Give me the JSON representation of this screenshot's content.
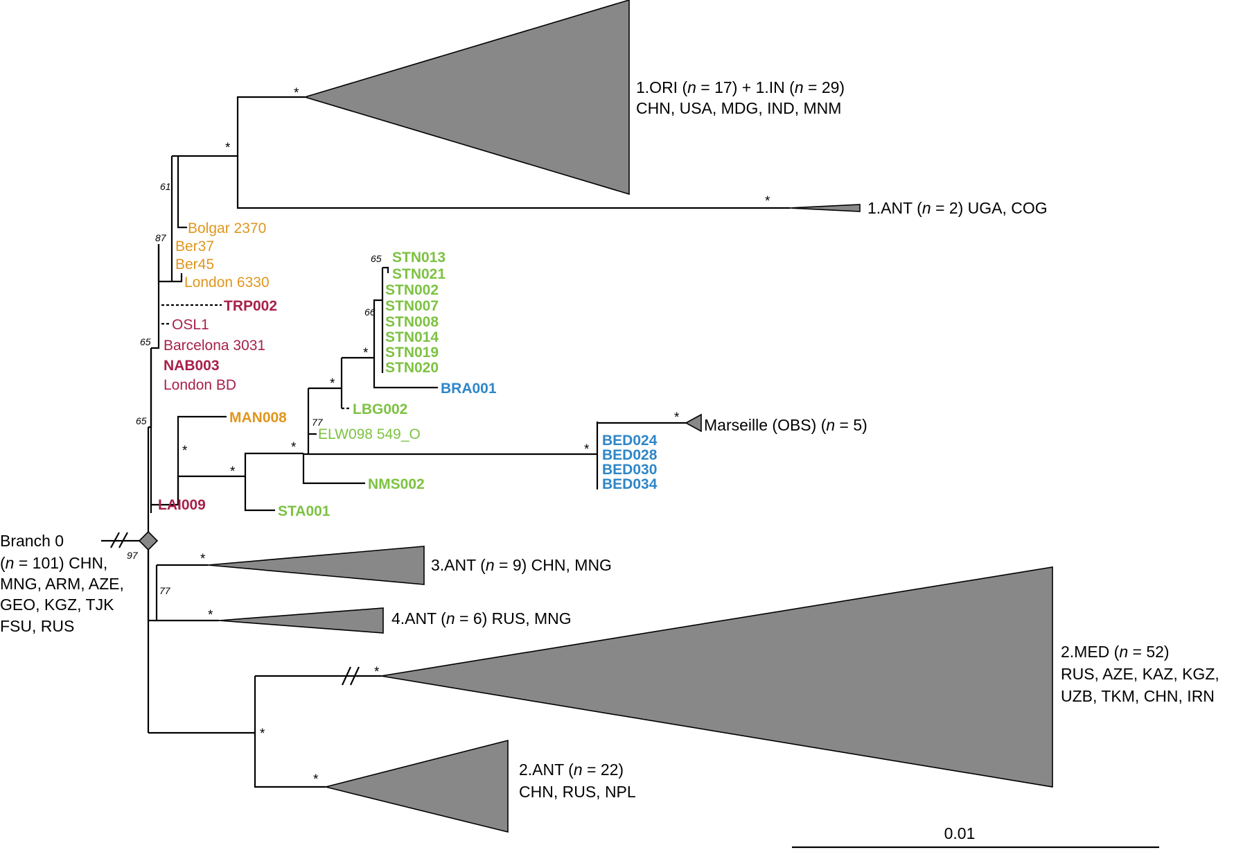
{
  "colors": {
    "orange": "#E0961E",
    "crimson": "#A8204A",
    "green": "#7DC242",
    "blue": "#2E86C8",
    "triangle": "#888888"
  },
  "clades": {
    "ori": {
      "name": "1.ORI (",
      "n": "n",
      "rest1": " = 17) + 1.IN (",
      "rest2": " = 29)",
      "countries": "CHN, USA, MDG, IND, MNM"
    },
    "ant1": {
      "name": "1.ANT (",
      "n": "n",
      "rest": " = 2) UGA, COG"
    },
    "ant3": {
      "name": "3.ANT (",
      "n": "n",
      "rest": " = 9) CHN, MNG"
    },
    "ant4": {
      "name": "4.ANT (",
      "n": "n",
      "rest": " = 6) RUS, MNG"
    },
    "med": {
      "name": "2.MED (",
      "n": "n",
      "rest": " = 52)",
      "line2": "RUS, AZE, KAZ, KGZ,",
      "line3": "UZB, TKM, CHN, IRN"
    },
    "ant2": {
      "name": "2.ANT (",
      "n": "n",
      "rest": " = 22)",
      "line2": "CHN, RUS, NPL"
    },
    "marseille": {
      "name": "Marseille (OBS) (",
      "n": "n",
      "rest": " = 5)"
    },
    "branch0": {
      "line1": "Branch 0",
      "n": "n",
      "line2rest": " = 101) CHN,",
      "line2open": "(",
      "line3": "MNG, ARM, AZE,",
      "line4": "GEO, KGZ, TJK",
      "line5": "FSU, RUS"
    }
  },
  "leaves": {
    "bolgar": "Bolgar 2370",
    "ber37": "Ber37",
    "ber45": "Ber45",
    "london6330": "London 6330",
    "trp002": "TRP002",
    "osl1": "OSL1",
    "barcelona": "Barcelona 3031",
    "nab003": "NAB003",
    "londonbd": "London BD",
    "man008": "MAN008",
    "lai009": "LAI009",
    "stn013": "STN013",
    "stn021": "STN021",
    "stn002": "STN002",
    "stn007": "STN007",
    "stn008": "STN008",
    "stn014": "STN014",
    "stn019": "STN019",
    "stn020": "STN020",
    "bra001": "BRA001",
    "lbg002": "LBG002",
    "elw098": "ELW098 549_O",
    "nms002": "NMS002",
    "sta001": "STA001",
    "bed024": "BED024",
    "bed028": "BED028",
    "bed030": "BED030",
    "bed034": "BED034"
  },
  "support": {
    "star": "*",
    "b61": "61",
    "b87": "87",
    "b65a": "65",
    "b65b": "65",
    "b65c": "65",
    "b66": "66",
    "b77a": "77",
    "b77b": "77",
    "b97": "97"
  },
  "scale": {
    "label": "0.01"
  }
}
